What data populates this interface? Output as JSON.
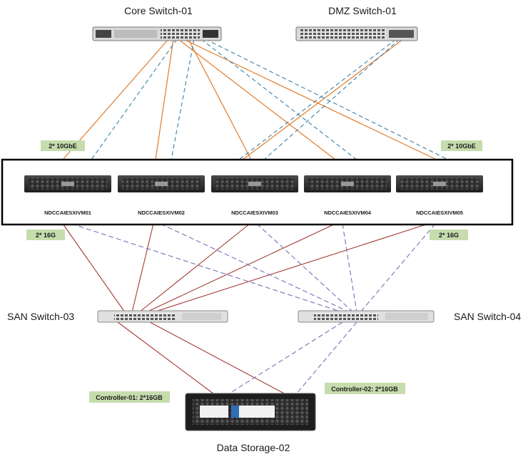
{
  "title": "",
  "devices": {
    "core_switch": "Core Switch-01",
    "dmz_switch": "DMZ Switch-01",
    "san_switch_3": "SAN Switch-03",
    "san_switch_4": "SAN Switch-04",
    "storage": "Data Storage-02"
  },
  "servers": [
    "NDCCAIESXIVM01",
    "NDCCAIESXIVM02",
    "NDCCAIESXIVM03",
    "NDCCAIESXIVM04",
    "NDCCAIESXIVM05"
  ],
  "tags": {
    "eth_left": "2* 10GbE",
    "eth_right": "2* 10GbE",
    "fc_left": "2* 16G",
    "fc_right": "2* 16G",
    "controller_1": "Controller-01: 2*16GB",
    "controller_2": "Controller-02: 2*16GB"
  },
  "colors": {
    "ethernet_solid": "#e07b2a",
    "ethernet_dashed": "#3a7fa6",
    "fc_solid": "#a33b35",
    "fc_dashed": "#7a6fb5",
    "tag_bg": "#c6dcad"
  }
}
